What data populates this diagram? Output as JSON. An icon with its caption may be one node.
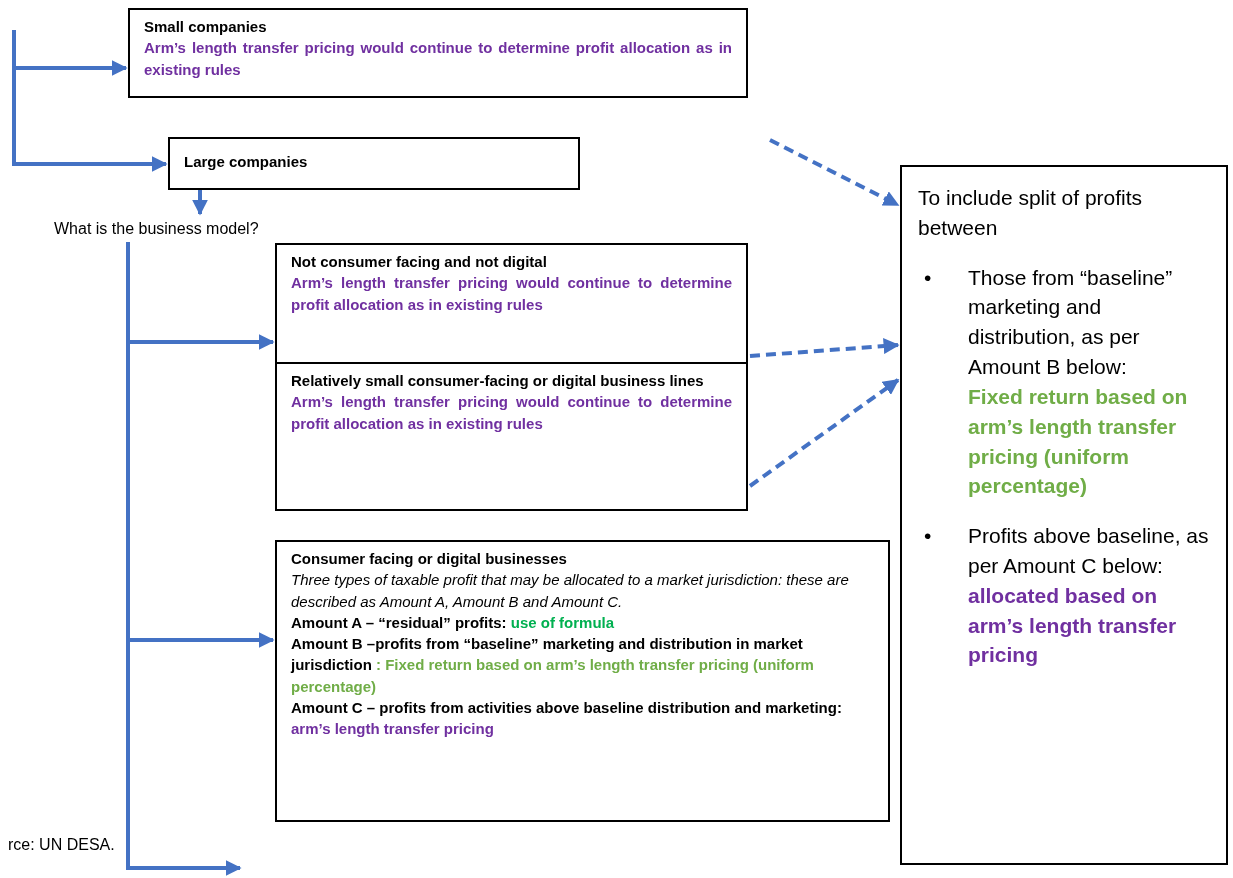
{
  "diagram": {
    "nodes": [
      {
        "text": [
          "Small companies",
          "Arm’s length transfer pricing would continue to determine profit allocation as in existing rules"
        ]
      },
      {
        "text": [
          "Large companies"
        ]
      },
      {
        "text": [
          "What is the business model?"
        ]
      },
      {
        "text": [
          "Not consumer facing and not digital",
          "Arm’s length transfer pricing would continue to determine profit allocation as in existing rules"
        ]
      },
      {
        "text": [
          "Relatively small consumer-facing or digital business lines",
          "Arm’s length transfer pricing would continue to determine profit allocation as in existing rules"
        ]
      },
      {
        "text": [
          "Consumer facing or digital businesses",
          "Three types of taxable profit that may be allocated to a market jurisdiction: these are described as Amount A, Amount B and Amount C.",
          "Amount A – “residual” profits:",
          "use of formula",
          "Amount B –profits from “baseline” marketing and distribution in market jurisdiction",
          ": Fixed return based on arm’s length transfer pricing (uniform percentage)",
          "Amount C – profits from activities above baseline distribution and marketing:",
          "arm’s length transfer pricing"
        ]
      },
      {
        "text": [
          "To include split of profits between",
          "•",
          "Those from “baseline” marketing and distribution, as per Amount B below:",
          "Fixed return based on arm’s length transfer pricing (uniform percentage)",
          "•",
          "Profits above baseline, as per Amount C below:",
          "allocated based on arm’s length transfer pricing"
        ]
      }
    ],
    "edges": [
      {
        "from": null,
        "to": 0,
        "arrow": "to"
      },
      {
        "from": null,
        "to": 1,
        "arrow": "to"
      },
      {
        "from": 1,
        "to": 2,
        "arrow": "to"
      },
      {
        "from": 2,
        "to": 3,
        "arrow": "to"
      },
      {
        "from": 2,
        "to": 5,
        "arrow": "to"
      },
      {
        "from": 2,
        "to": null,
        "arrow": "to"
      },
      {
        "from": null,
        "to": 6,
        "arrow": "to",
        "style": "dashed"
      },
      {
        "from": 3,
        "to": 6,
        "arrow": "to",
        "style": "dashed"
      },
      {
        "from": 4,
        "to": 6,
        "arrow": "to",
        "style": "dashed"
      }
    ],
    "labels": [
      "rce: UN DESA."
    ]
  }
}
